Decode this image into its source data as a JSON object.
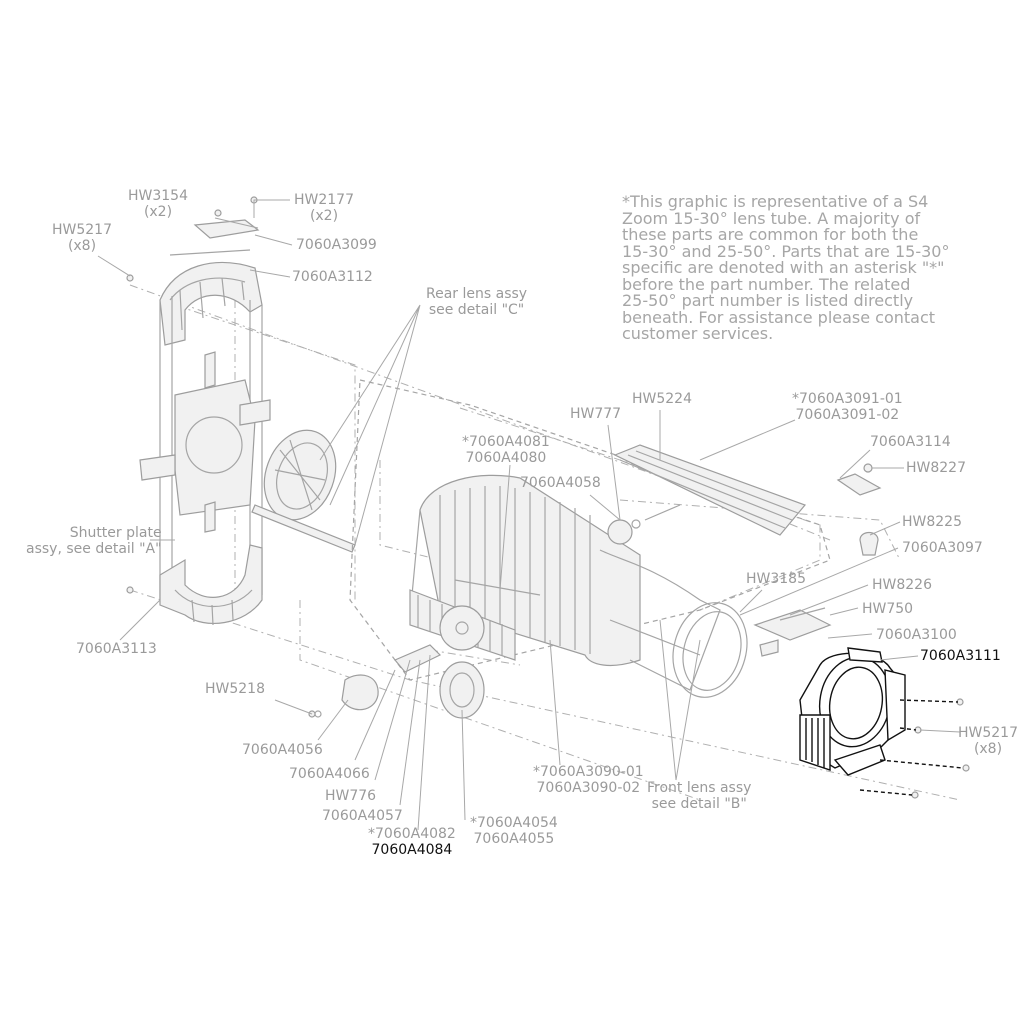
{
  "note": "*This graphic is representative of a S4\nZoom 15-30° lens tube. A majority of\nthese parts are common for both the\n15-30° and 25-50°. Parts that are 15-30°\nspecific are denoted with an asterisk \"*\"\nbefore the part number. The related\n25-50° part number is listed directly\nbeneath.  For assistance please contact\ncustomer services.",
  "labels": {
    "hw3154": "HW3154",
    "hw3154_qty": "(x2)",
    "hw2177": "HW2177",
    "hw2177_qty": "(x2)",
    "hw5217_left": "HW5217",
    "hw5217_left_qty": "(x8)",
    "p7060a3099": "7060A3099",
    "p7060a3112": "7060A3112",
    "rear_lens_1": "Rear lens assy",
    "rear_lens_2": "see detail \"C\"",
    "shutter_1": "Shutter plate",
    "shutter_2": "assy, see detail \"A\"",
    "p7060a3113": "7060A3113",
    "hw5218": "HW5218",
    "p7060a4056": "7060A4056",
    "p7060a4066": "7060A4066",
    "hw776": "HW776",
    "p7060a4057": "7060A4057",
    "p7060a4082": "*7060A4082",
    "p7060a4084": "7060A4084",
    "p7060a4054": "*7060A4054",
    "p7060a4055": "7060A4055",
    "p7060a3090_01": "*7060A3090-01",
    "p7060a3090_02": "7060A3090-02",
    "front_lens_1": "Front lens assy",
    "front_lens_2": "see detail \"B\"",
    "p7060a4081": "*7060A4081",
    "p7060a4080": "7060A4080",
    "p7060a4058": "7060A4058",
    "hw777": "HW777",
    "hw5224": "HW5224",
    "p7060a3091_01": "*7060A3091-01",
    "p7060a3091_02": "7060A3091-02",
    "p7060a3114": "7060A3114",
    "hw8227": "HW8227",
    "hw8225": "HW8225",
    "p7060a3097": "7060A3097",
    "hw3185": "HW3185",
    "hw8226": "HW8226",
    "hw750": "HW750",
    "p7060a3100": "7060A3100",
    "p7060a3111": "7060A3111",
    "hw5217_right": "HW5217",
    "hw5217_right_qty": "(x8)"
  },
  "colors": {
    "line": "#a5a5a5",
    "highlight": "#111111",
    "text": "#9a9a9a"
  }
}
